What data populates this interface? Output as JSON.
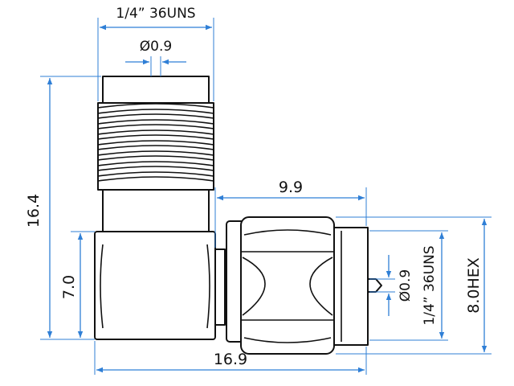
{
  "colors": {
    "dimension": "#2f7fd6",
    "outline": "#111111",
    "background": "#ffffff"
  },
  "dimensions": {
    "top_thread": "1/4” 36UNS",
    "top_pin": "Ø0.9",
    "total_height": "16.4",
    "body_height": "7.0",
    "plug_length": "9.9",
    "total_length": "16.9",
    "side_pin": "Ø0.9",
    "side_thread": "1/4” 36UNS",
    "hex": "8.0HEX"
  }
}
